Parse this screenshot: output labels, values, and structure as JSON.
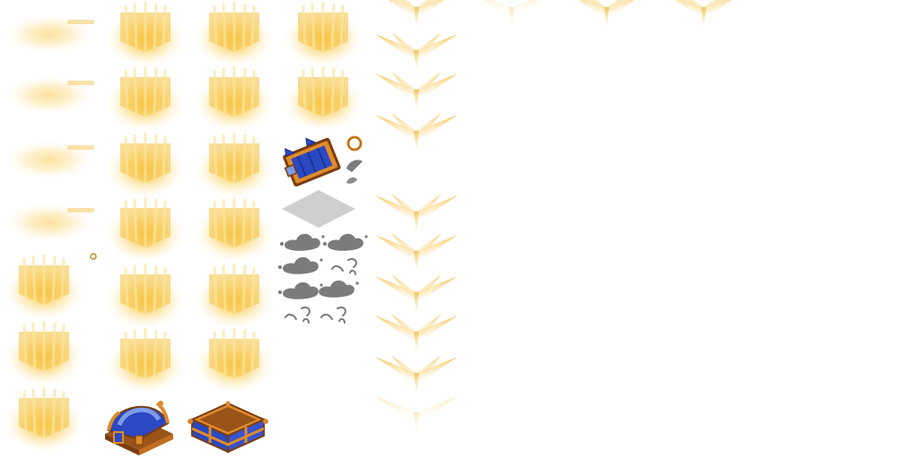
{
  "sheet": {
    "title": "",
    "palette": {
      "glow_core": "#f7c643",
      "glow_mid": "#fbd97a",
      "glow_fade": "#fff6dc",
      "chest_blue": "#2a49c2",
      "chest_blue_light": "#7f9ae8",
      "chest_frame": "#e08a2a",
      "chest_frame_dark": "#7a3d10",
      "chest_inner": "#9a5418",
      "smoke": "#7b7b7b",
      "shadow": "#cfcfcf"
    },
    "sprites": {
      "glow_cells": 21,
      "ray_fans": 13,
      "smoke_puffs": 8,
      "chest_variants": [
        "open-tilted",
        "closed-lid",
        "open-empty"
      ]
    }
  }
}
